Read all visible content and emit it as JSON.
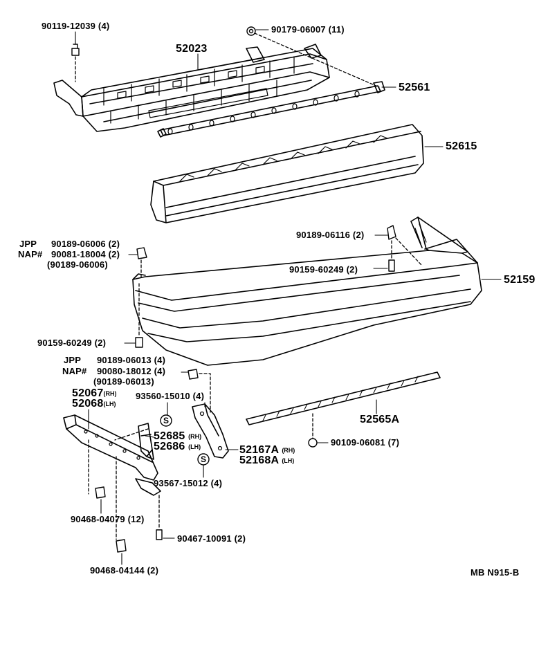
{
  "labels": {
    "p90119": "90119-12039 (4)",
    "p90179": "90179-06007 (11)",
    "p52023": "52023",
    "p52561": "52561",
    "p52615": "52615",
    "p90189_06116": "90189-06116 (2)",
    "p90159_60249_r": "90159-60249 (2)",
    "p52159": "52159",
    "jpp1": "JPP",
    "jpp1_part": "90189-06006 (2)",
    "nap1": "NAP#",
    "nap1_part": "90081-18004 (2)",
    "nap1_alt": "(90189-06006)",
    "p90159_60249_l": "90159-60249 (2)",
    "jpp2": "JPP",
    "jpp2_part": "90189-06013 (4)",
    "nap2": "NAP#",
    "nap2_part": "90080-18012 (4)",
    "nap2_alt": "(90189-06013)",
    "p52067": "52067",
    "p52067_side": "(RH)",
    "p52068": "52068",
    "p52068_side": "(LH)",
    "p93560": "93560-15010 (4)",
    "p52685": "52685",
    "p52685_side": "(RH)",
    "p52686": "52686",
    "p52686_side": "(LH)",
    "p52167A": "52167A",
    "p52167A_side": "(RH)",
    "p52168A": "52168A",
    "p52168A_side": "(LH)",
    "p93567": "93567-15012 (4)",
    "p52565A": "52565A",
    "p90109": "90109-06081 (7)",
    "p90468_04079": "90468-04079 (12)",
    "p90467": "90467-10091 (2)",
    "p90468_04144": "90468-04144 (2)",
    "ref_code": "MB  N915-B"
  },
  "symbols": {
    "sealant_mark": "S"
  },
  "colors": {
    "ink": "#000000",
    "paper": "#ffffff"
  }
}
